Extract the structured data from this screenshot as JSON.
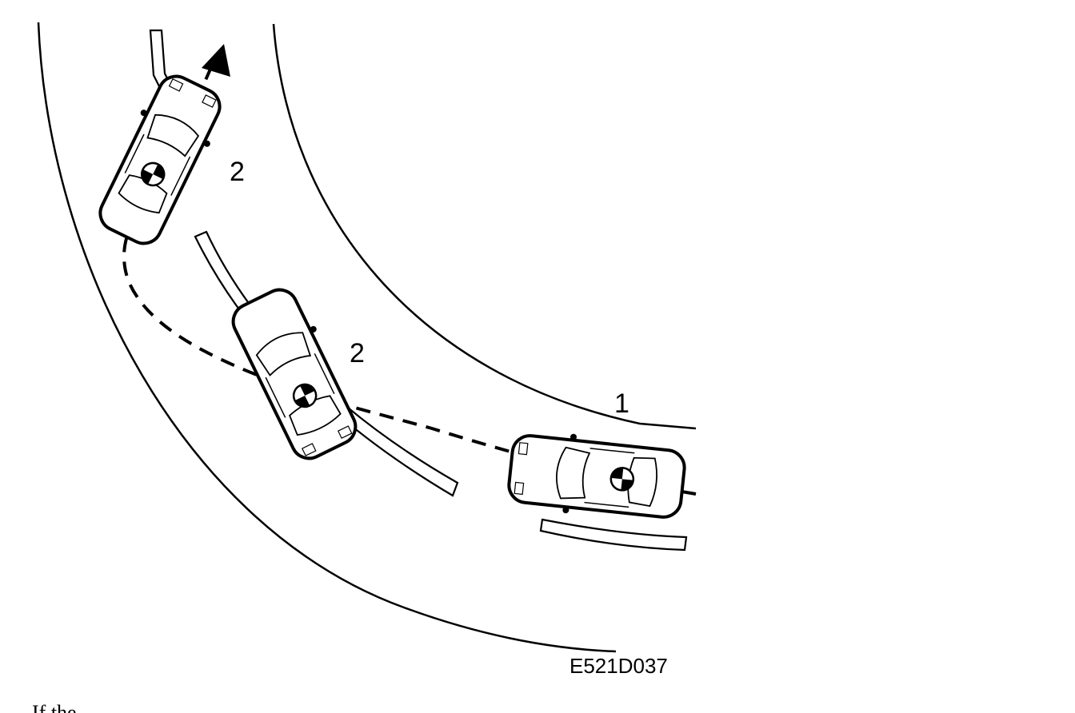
{
  "diagram": {
    "figure_code": "E521D037",
    "labels": {
      "car_1": "1",
      "car_2_upper": "2",
      "car_2_lower": "2"
    },
    "caption_fragment": "If the"
  },
  "colors": {
    "line": "#000000",
    "background": "#ffffff"
  }
}
